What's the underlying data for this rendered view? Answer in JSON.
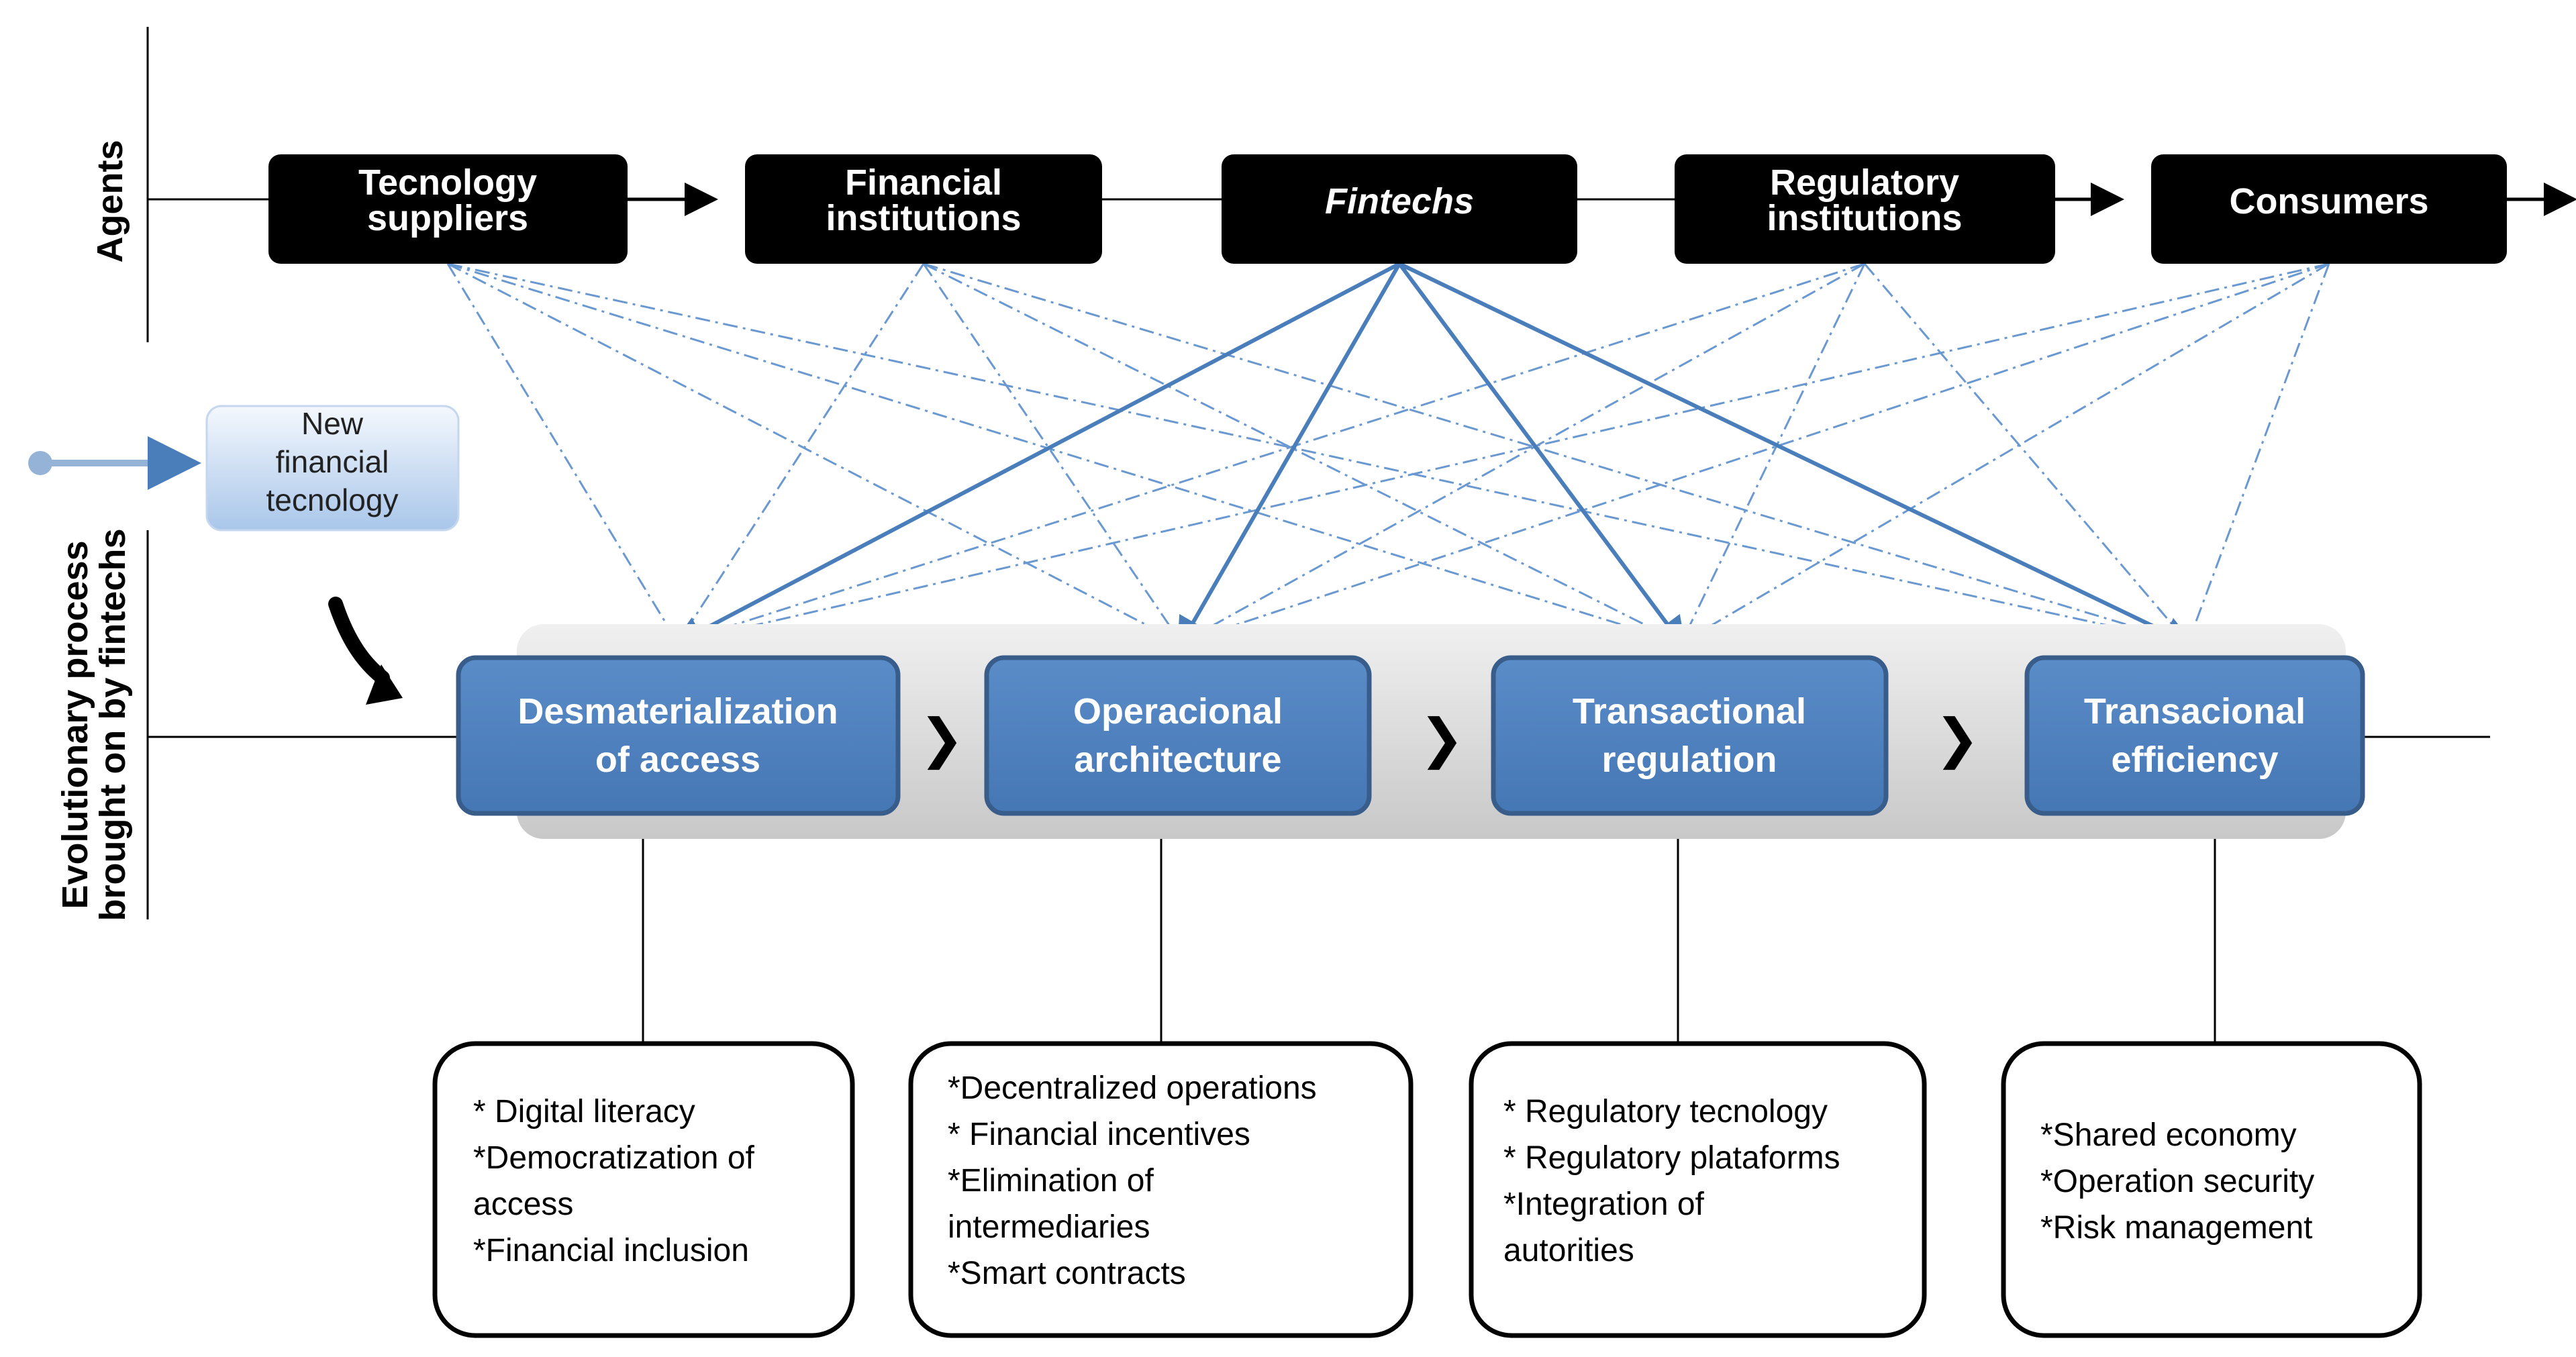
{
  "labels": {
    "agents": "Agents",
    "evolution_line1": "Evolutionary process",
    "evolution_line2": "brought on by fintechs"
  },
  "new_tech": {
    "line1": "New",
    "line2": "financial",
    "line3": "tecnology"
  },
  "agents": [
    {
      "line1": "Tecnology",
      "line2": "suppliers"
    },
    {
      "line1": "Financial",
      "line2": "institutions"
    },
    {
      "line1": "Fintechs",
      "line2": ""
    },
    {
      "line1": "Regulatory",
      "line2": "institutions"
    },
    {
      "line1": "Consumers",
      "line2": ""
    }
  ],
  "stages": [
    {
      "line1": "Desmaterialization",
      "line2": "of  access"
    },
    {
      "line1": "Operacional",
      "line2": "architecture"
    },
    {
      "line1": "Transactional",
      "line2": "regulation"
    },
    {
      "line1": "Transacional",
      "line2": "efficiency"
    }
  ],
  "chevron": "❯",
  "notes": [
    [
      "* Digital literacy",
      "*Democratization of",
      "access",
      "*Financial inclusion"
    ],
    [
      "*Decentralized operations",
      "* Financial incentives",
      "*Elimination of",
      "intermediaries",
      "*Smart contracts"
    ],
    [
      "* Regulatory tecnology",
      "* Regulatory plataforms",
      "*Integration of",
      "autorities"
    ],
    [
      "*Shared economy",
      "*Operation security",
      "*Risk management"
    ]
  ],
  "colors": {
    "agent_fill": "#000000",
    "stage_fill": "#4f81bd",
    "stage_border": "#385d8a",
    "connector": "#4a7ebb",
    "band": "#d9d9d9"
  }
}
